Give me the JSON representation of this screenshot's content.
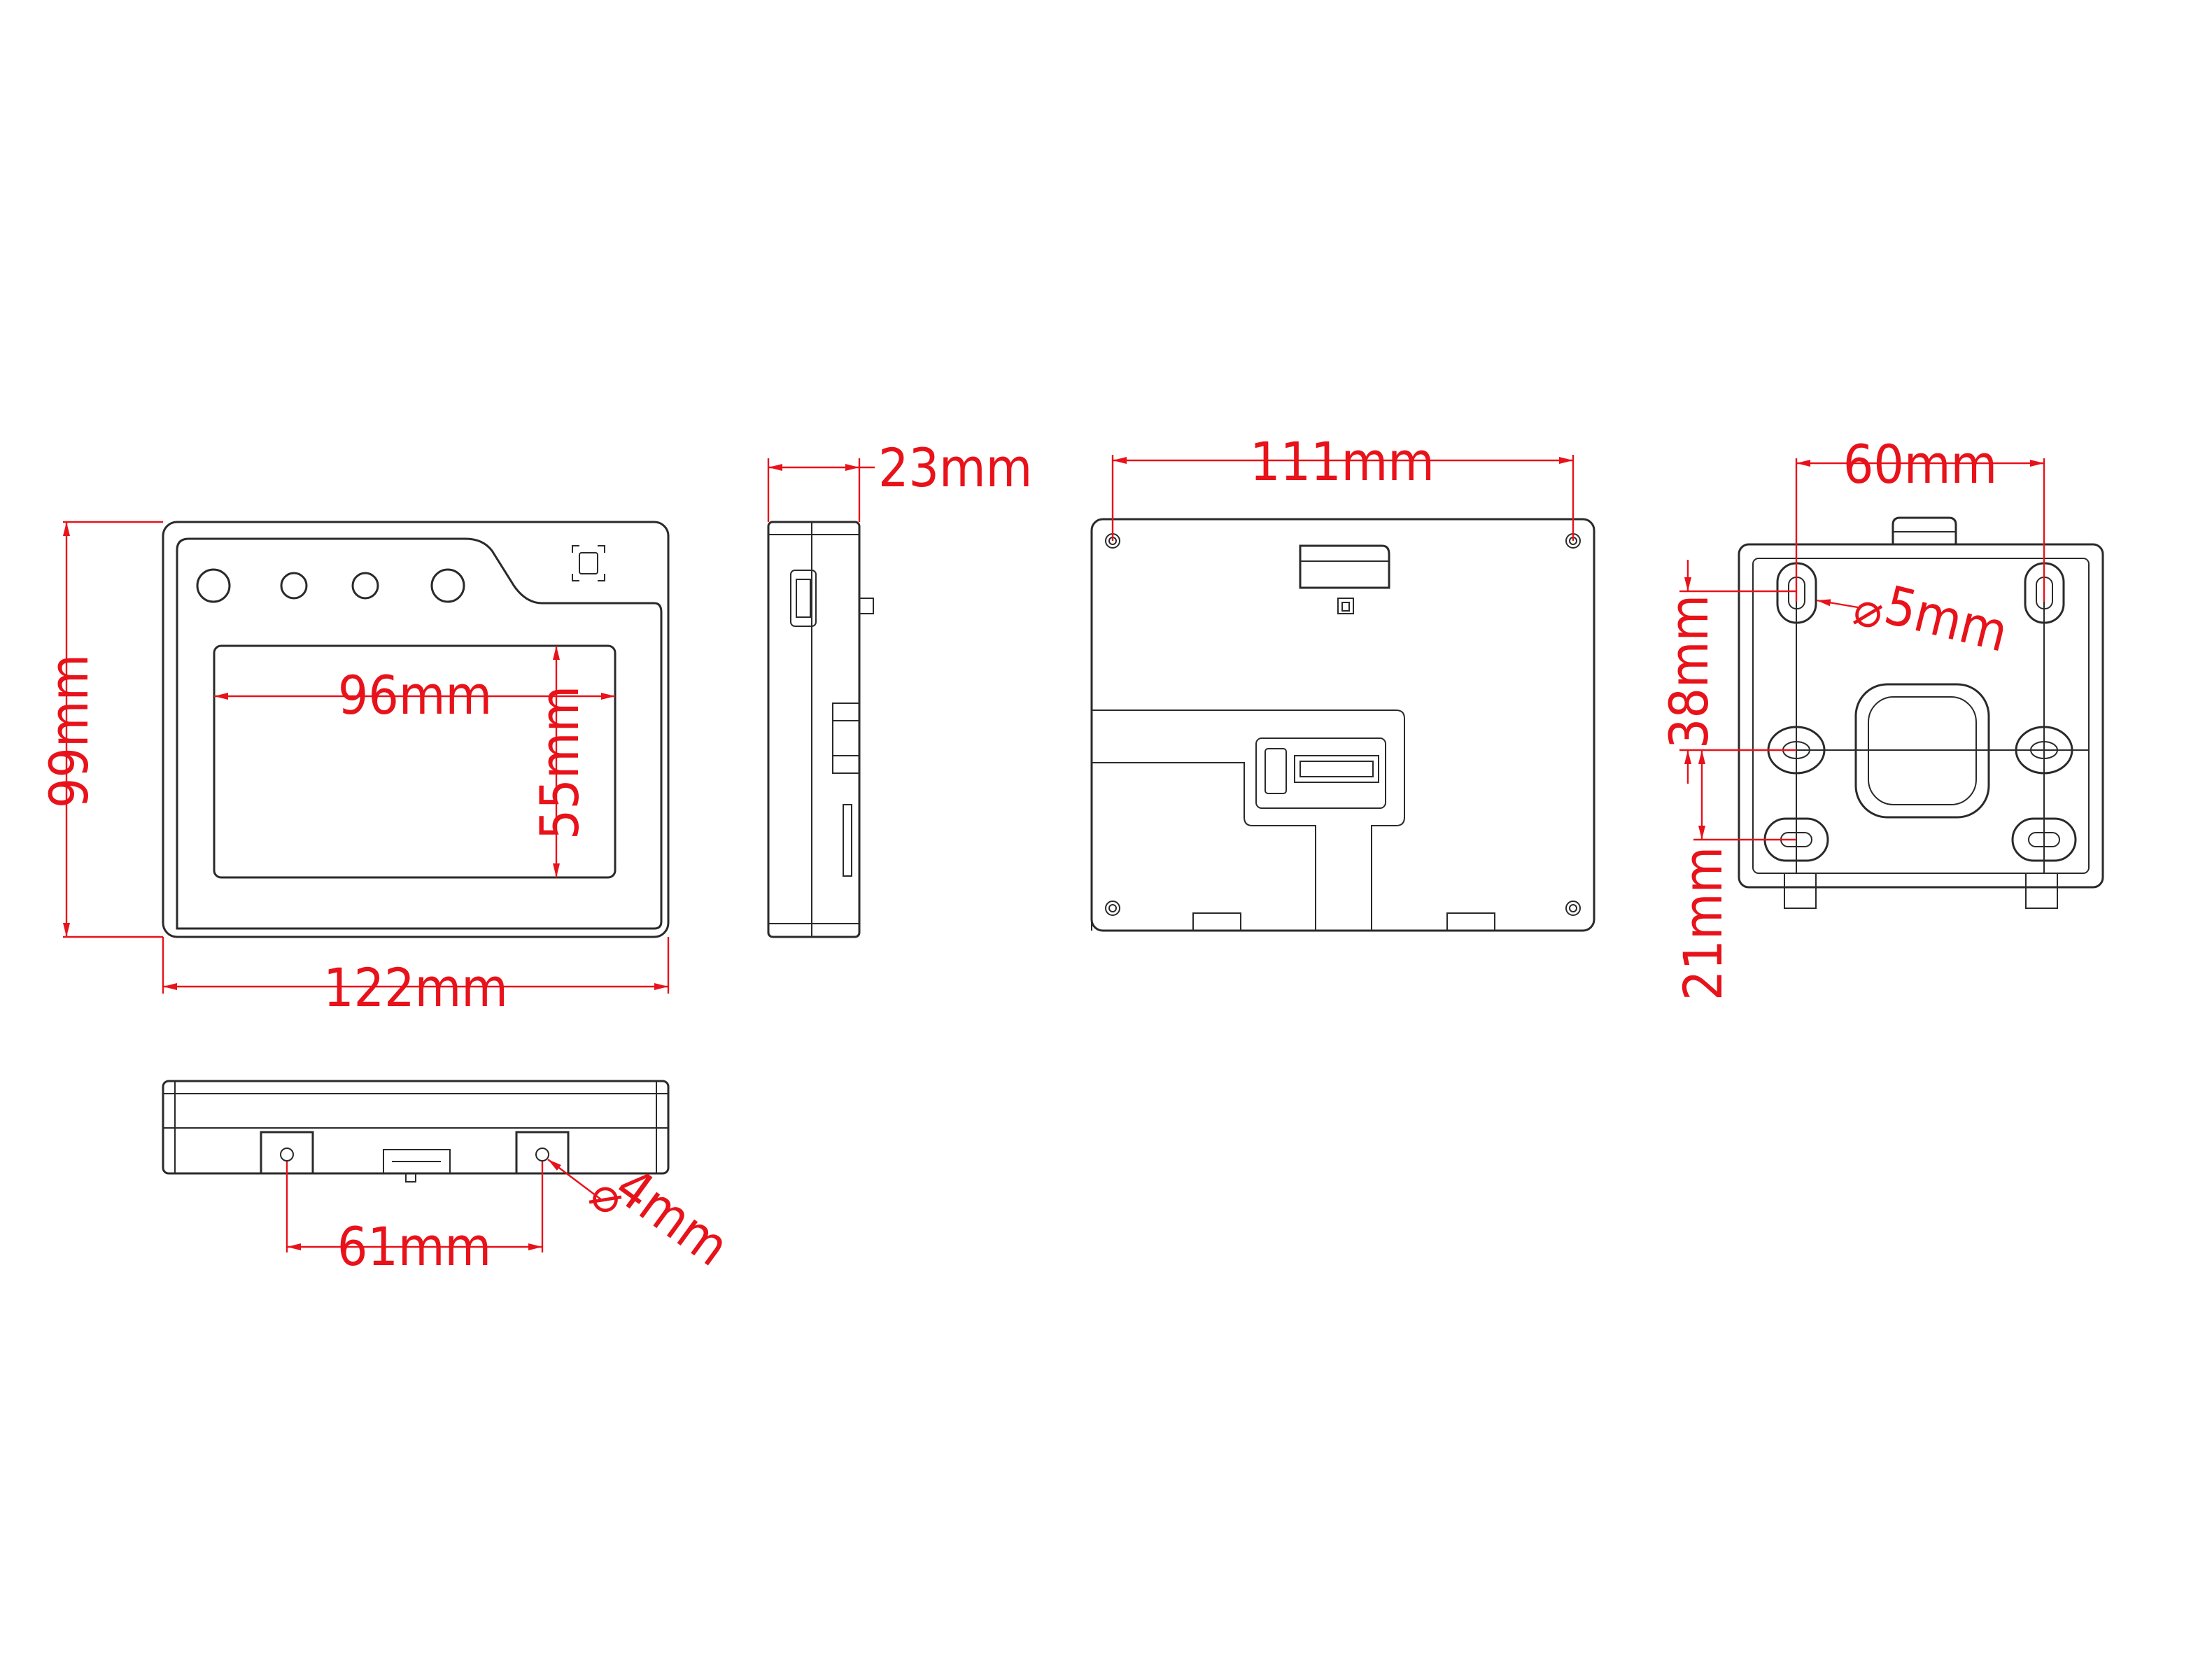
{
  "dimensions": {
    "height": "99mm",
    "width": "122mm",
    "screen_width": "96mm",
    "screen_height": "55mm",
    "depth": "23mm",
    "back_width": "111mm",
    "bracket_width": "60mm",
    "bracket_hole": "5mm",
    "bracket_spacing_top": "38mm",
    "bracket_spacing_bottom": "21mm",
    "bottom_spacing": "61mm",
    "bottom_hole": "4mm"
  },
  "symbols": {
    "diameter": "⌀"
  },
  "colors": {
    "dimension": "#e8121a",
    "outline": "#2a2a2a",
    "background": "#ffffff"
  }
}
